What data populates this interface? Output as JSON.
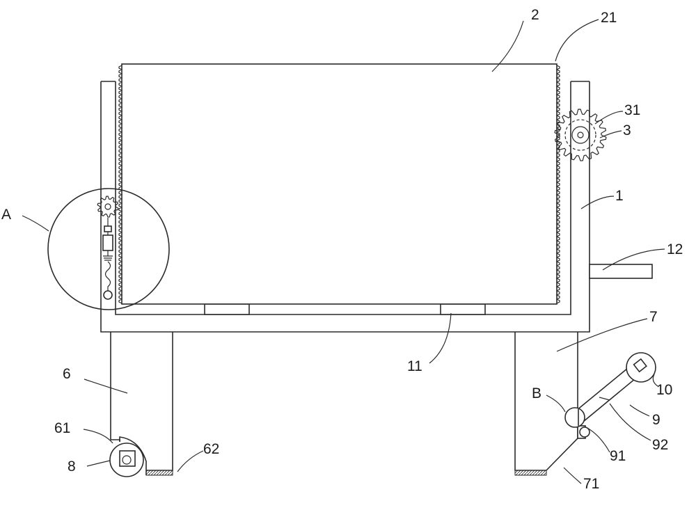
{
  "diagram": {
    "labels": {
      "A": "A",
      "B": "B",
      "n1": "1",
      "n2": "2",
      "n3": "3",
      "n6": "6",
      "n7": "7",
      "n8": "8",
      "n9": "9",
      "n10": "10",
      "n11": "11",
      "n12": "12",
      "n21": "21",
      "n31": "31",
      "n61": "61",
      "n62": "62",
      "n71": "71",
      "n91": "91",
      "n92": "92"
    },
    "colors": {
      "line": "#2a2a2a",
      "background": "#ffffff"
    }
  }
}
